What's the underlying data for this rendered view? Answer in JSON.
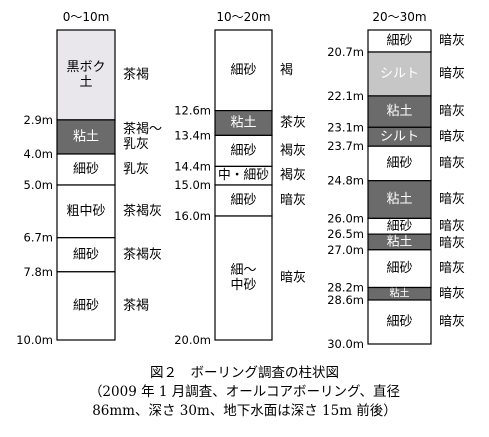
{
  "colors": {
    "white": "#ffffff",
    "light": "#e9e6ec",
    "mid": "#c6c6c6",
    "dark": "#6b6b6b",
    "line": "#000000"
  },
  "columns": [
    {
      "id": "col1",
      "header": "0～10m",
      "top": 0,
      "bottom": 10.0,
      "layers": [
        {
          "from": 0.0,
          "to": 2.9,
          "soil": "黒ボク\n土",
          "fill": "light",
          "color_label": "茶褐"
        },
        {
          "from": 2.9,
          "to": 4.0,
          "soil": "粘土",
          "fill": "dark",
          "color_label": "茶褐～\n乳灰"
        },
        {
          "from": 4.0,
          "to": 5.0,
          "soil": "細砂",
          "fill": "white",
          "color_label": "乳灰"
        },
        {
          "from": 5.0,
          "to": 6.7,
          "soil": "粗中砂",
          "fill": "white",
          "color_label": "茶褐灰"
        },
        {
          "from": 6.7,
          "to": 7.8,
          "soil": "細砂",
          "fill": "white",
          "color_label": "茶褐灰"
        },
        {
          "from": 7.8,
          "to": 10.0,
          "soil": "細砂",
          "fill": "white",
          "color_label": "茶褐"
        }
      ],
      "depth_labels": [
        "2.9m",
        "4.0m",
        "5.0m",
        "6.7m",
        "7.8m",
        "10.0m"
      ]
    },
    {
      "id": "col2",
      "header": "10～20m",
      "top": 10.0,
      "bottom": 20.0,
      "layers": [
        {
          "from": 10.0,
          "to": 12.6,
          "soil": "細砂",
          "fill": "white",
          "color_label": "褐"
        },
        {
          "from": 12.6,
          "to": 13.4,
          "soil": "粘土",
          "fill": "dark",
          "color_label": "茶灰"
        },
        {
          "from": 13.4,
          "to": 14.4,
          "soil": "細砂",
          "fill": "white",
          "color_label": "褐灰"
        },
        {
          "from": 14.4,
          "to": 15.0,
          "soil": "中・細砂",
          "fill": "white",
          "color_label": "褐灰"
        },
        {
          "from": 15.0,
          "to": 16.0,
          "soil": "細砂",
          "fill": "white",
          "color_label": "暗灰"
        },
        {
          "from": 16.0,
          "to": 20.0,
          "soil": "細～\n中砂",
          "fill": "white",
          "color_label": "暗灰"
        }
      ],
      "depth_labels": [
        "12.6m",
        "13.4m",
        "14.4m",
        "15.0m",
        "16.0m",
        "20.0m"
      ]
    },
    {
      "id": "col3",
      "header": "20～30m",
      "top": 20.0,
      "bottom": 30.0,
      "layers": [
        {
          "from": 20.0,
          "to": 20.7,
          "soil": "細砂",
          "fill": "white",
          "color_label": "暗灰"
        },
        {
          "from": 20.7,
          "to": 22.1,
          "soil": "シルト",
          "fill": "mid",
          "color_label": "暗灰"
        },
        {
          "from": 22.1,
          "to": 23.1,
          "soil": "粘土",
          "fill": "dark",
          "color_label": "暗灰"
        },
        {
          "from": 23.1,
          "to": 23.7,
          "soil": "シルト",
          "fill": "dark",
          "color_label": "暗灰"
        },
        {
          "from": 23.7,
          "to": 24.8,
          "soil": "細砂",
          "fill": "white",
          "color_label": "暗灰"
        },
        {
          "from": 24.8,
          "to": 26.0,
          "soil": "粘土",
          "fill": "dark",
          "color_label": "暗灰"
        },
        {
          "from": 26.0,
          "to": 26.5,
          "soil": "細砂",
          "fill": "white",
          "color_label": "暗灰"
        },
        {
          "from": 26.5,
          "to": 27.0,
          "soil": "粘土",
          "fill": "dark",
          "color_label": "暗灰"
        },
        {
          "from": 27.0,
          "to": 28.2,
          "soil": "細砂",
          "fill": "white",
          "color_label": "暗灰"
        },
        {
          "from": 28.2,
          "to": 28.6,
          "soil": "粘土",
          "fill": "dark",
          "color_label": "暗灰"
        },
        {
          "from": 28.6,
          "to": 30.0,
          "soil": "細砂",
          "fill": "white",
          "color_label": "暗灰"
        }
      ],
      "depth_labels": [
        "20.7m",
        "22.1m",
        "23.1m",
        "23.7m",
        "24.8m",
        "26.0m",
        "26.5m",
        "27.0m",
        "28.2m",
        "28.6m",
        "30.0m"
      ]
    }
  ],
  "caption": {
    "title": "図２　ボーリング調査の柱状図",
    "line2": "（2009 年 1 月調査、オールコアボーリング、直径",
    "line3": "86mm、深さ 30m、地下水面は深さ 15m 前後）"
  }
}
